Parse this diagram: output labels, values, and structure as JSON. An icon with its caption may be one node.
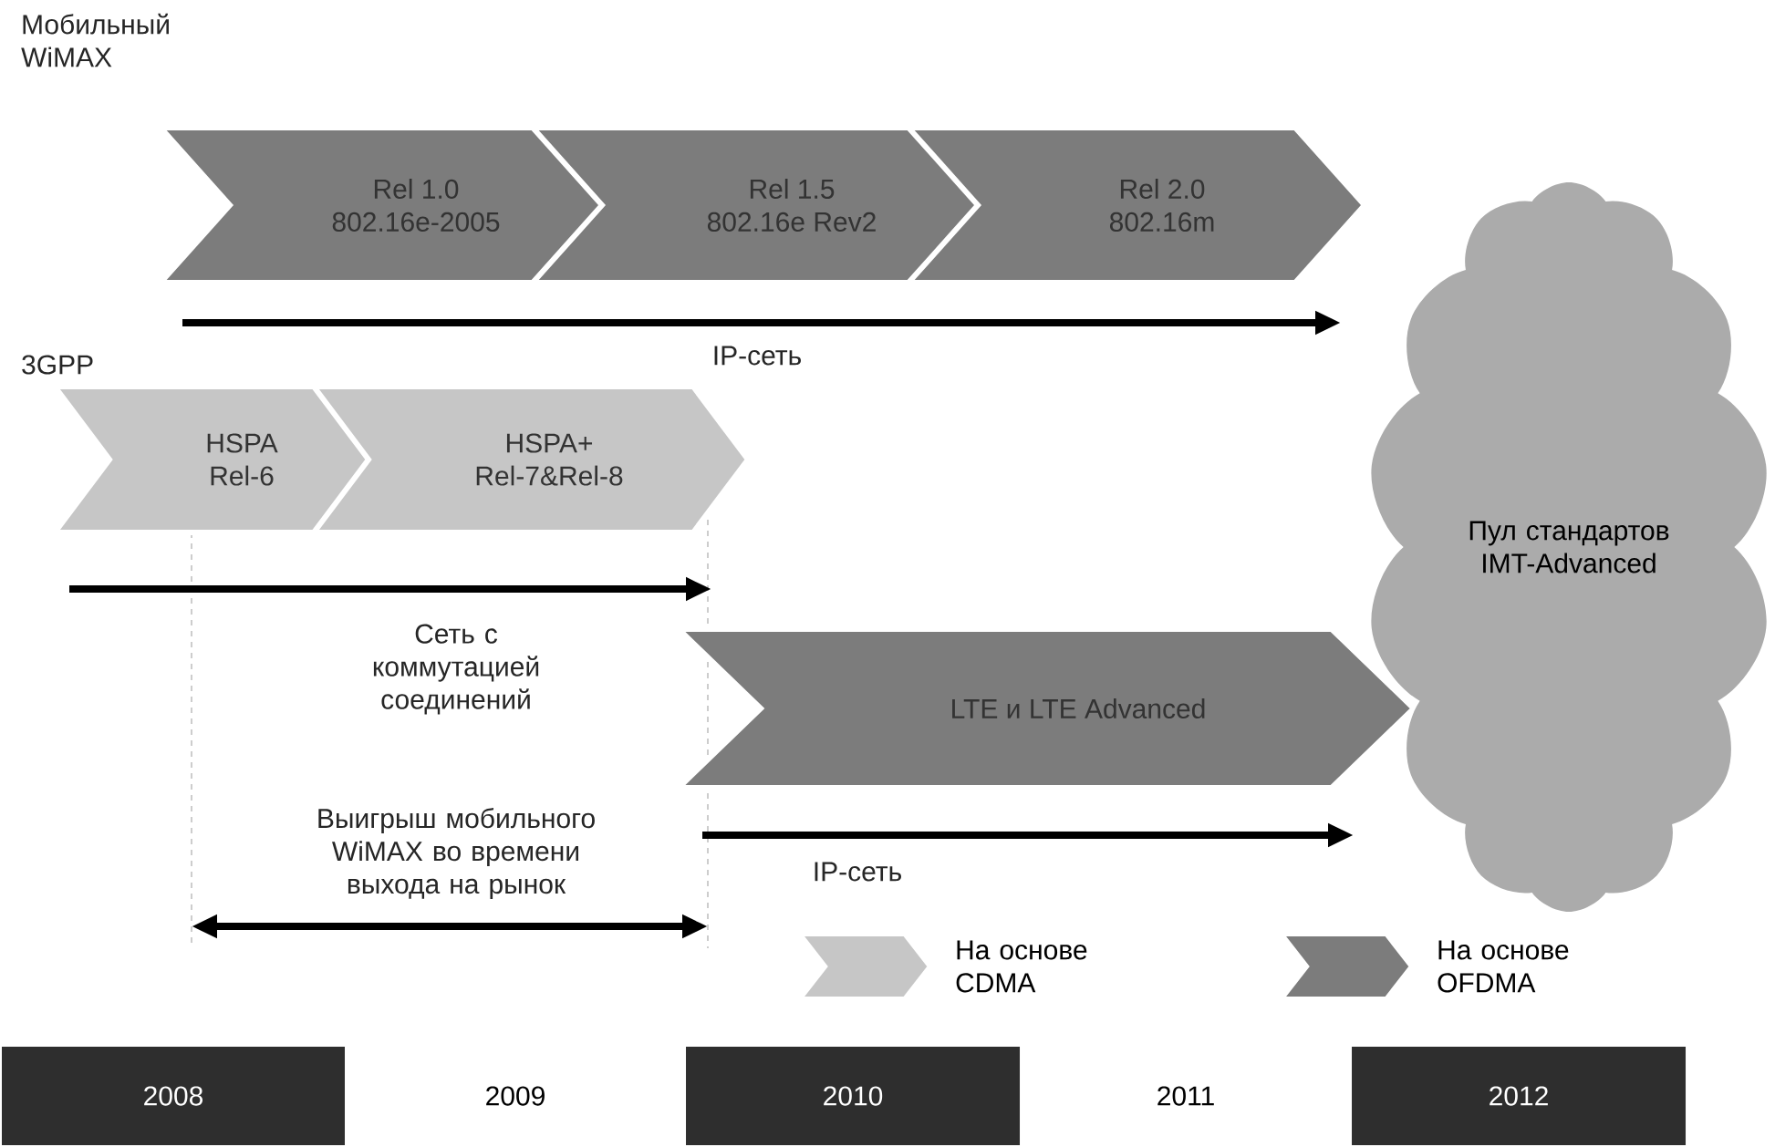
{
  "diagram": {
    "nodes": [
      {
        "text": [
          "Rel 1.0",
          "802.16e-2005"
        ]
      },
      {
        "text": [
          "Rel 1.5",
          "802.16e Rev2"
        ]
      },
      {
        "text": [
          "Rel 2.0",
          "802.16m"
        ]
      },
      {
        "text": [
          "HSPA",
          "Rel-6"
        ]
      },
      {
        "text": [
          "HSPA+",
          "Rel-7&Rel-8"
        ]
      },
      {
        "text": [
          "LTE и LTE Advanced"
        ]
      },
      {
        "text": [
          "Пул стандартов IMT-Advanced"
        ]
      },
      {
        "text": [
          "2008"
        ]
      },
      {
        "text": [
          "2009"
        ]
      },
      {
        "text": [
          "2010"
        ]
      },
      {
        "text": [
          "2011"
        ]
      },
      {
        "text": [
          "2012"
        ]
      }
    ],
    "labels": [
      "Мобильный WiMAX",
      "3GPP",
      "IP-сеть",
      "Сеть с коммутацией соединений",
      "Выигрыш мобильного WiMAX во времени выхода на рынок",
      "IP-сеть"
    ],
    "legend": [
      {
        "text": "На основе CDMA",
        "color": "#c6c6c6"
      },
      {
        "text": "На основе OFDMA",
        "color": "#7c7c7c"
      }
    ]
  }
}
